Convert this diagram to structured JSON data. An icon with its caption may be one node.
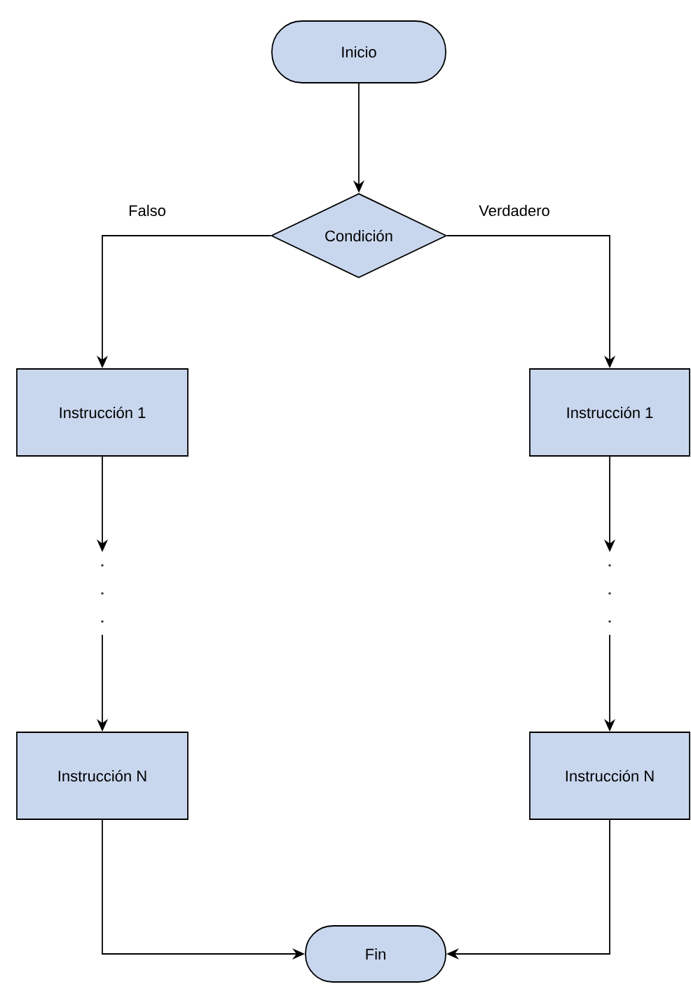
{
  "diagram": {
    "nodes": [
      {
        "text": [
          "Inicio"
        ]
      },
      {
        "text": [
          "Condición"
        ]
      },
      {
        "text": [
          "Instrucción 1"
        ]
      },
      {
        "text": [
          "Instrucción 1"
        ]
      },
      {
        "text": [],
        "shape": "dots"
      },
      {
        "text": [],
        "shape": "dots"
      },
      {
        "text": [
          "Instrucción N"
        ]
      },
      {
        "text": [
          "Instrucción N"
        ]
      },
      {
        "text": [
          "Fin"
        ]
      }
    ],
    "edges": [
      {
        "from": 0,
        "to": 1,
        "arrow": "to"
      },
      {
        "from": 1,
        "to": 2,
        "arrow": "to",
        "label": "Falso"
      },
      {
        "from": 1,
        "to": 3,
        "arrow": "to",
        "label": "Verdadero"
      },
      {
        "from": 2,
        "to": 4,
        "arrow": "to"
      },
      {
        "from": 4,
        "to": 6,
        "arrow": "to"
      },
      {
        "from": 3,
        "to": 5,
        "arrow": "to"
      },
      {
        "from": 5,
        "to": 7,
        "arrow": "to"
      },
      {
        "from": 6,
        "to": 8,
        "arrow": "to"
      },
      {
        "from": 7,
        "to": 8,
        "arrow": "to"
      }
    ]
  }
}
